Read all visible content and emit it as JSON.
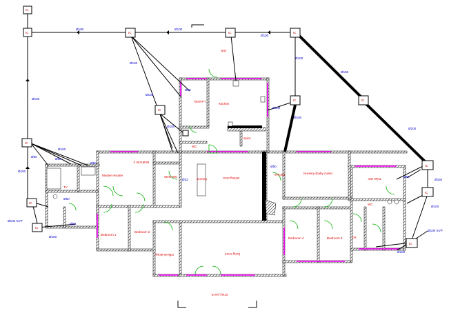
{
  "diagram": {
    "inspection_chambers": [
      {
        "id": "ic-top-left",
        "label": "IC"
      },
      {
        "id": "ic-nw",
        "label": "IC"
      },
      {
        "id": "ic-top-mid",
        "label": "IC"
      },
      {
        "id": "ic-top-center",
        "label": "IC"
      },
      {
        "id": "ic-top-right",
        "label": "IC"
      },
      {
        "id": "ic-right-upper",
        "label": "IC"
      },
      {
        "id": "ic-kitchen",
        "label": "IC"
      },
      {
        "id": "ic-mid-right",
        "label": "IC"
      },
      {
        "id": "ic-laundry",
        "label": "IC"
      },
      {
        "id": "ic-left-mid",
        "label": "IC"
      },
      {
        "id": "ic-left-low",
        "label": "IC"
      },
      {
        "id": "ic-left-bottom",
        "label": "IC"
      },
      {
        "id": "ic-far-right-1",
        "label": "IC"
      },
      {
        "id": "ic-far-right-2",
        "label": "IC"
      },
      {
        "id": "ic-bottom-right",
        "label": "IC"
      }
    ],
    "pipe_labels": {
      "d100": "Ø100",
      "d150": "Ø150",
      "d100_svp": "Ø100 SVP",
      "d32": "Ø32",
      "d50": "Ø50"
    },
    "rooms": {
      "kitchen": "Kitchen",
      "laundry": "Laundry",
      "pantry": "Pantry",
      "wc_upper": "WC",
      "master_ensuite": "Master ensuite",
      "bedroom3": "Bedroom 3",
      "west_wc": "West WC",
      "serving": "serving",
      "dining": "Dining area",
      "nursery": "Nursery (baby class)",
      "kitchen2": "Kitchen",
      "toilet_wc": "Toilet WC",
      "wc": "WC",
      "bedroom1": "Bedroom 1",
      "bedroom2": "Bedroom 2",
      "office": "Office/Library",
      "living": "living room",
      "bedroom4": "Bedroom 4",
      "bedroom5": "Bedroom 5",
      "entry": "Entry porch",
      "dw": "DW",
      "tv": "TV",
      "spice": "spice",
      "cr": "CR"
    },
    "colors": {
      "pipe": "#000000",
      "room_label": "#e00000",
      "diameter_label": "#0000cc",
      "door": "#00b000",
      "window": "#ff00ff"
    }
  }
}
